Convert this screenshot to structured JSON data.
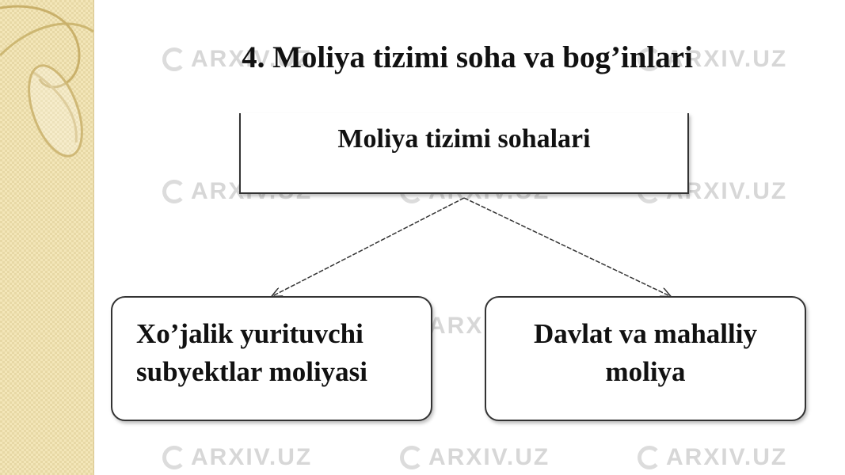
{
  "slide": {
    "title": "4. Moliya tizimi soha va bog’inlari",
    "watermark_text": "ARXIV.UZ"
  },
  "diagram": {
    "root": {
      "label": "Moliya tizimi sohalari"
    },
    "children": [
      {
        "label": "Xo’jalik yurituvchi subyektlar moliyasi"
      },
      {
        "label": "Davlat va mahalliy moliya"
      }
    ]
  },
  "colors": {
    "side_panel": "#f3e6b8",
    "text": "#111111",
    "border": "#333333",
    "watermark": "#d7d7d7"
  }
}
